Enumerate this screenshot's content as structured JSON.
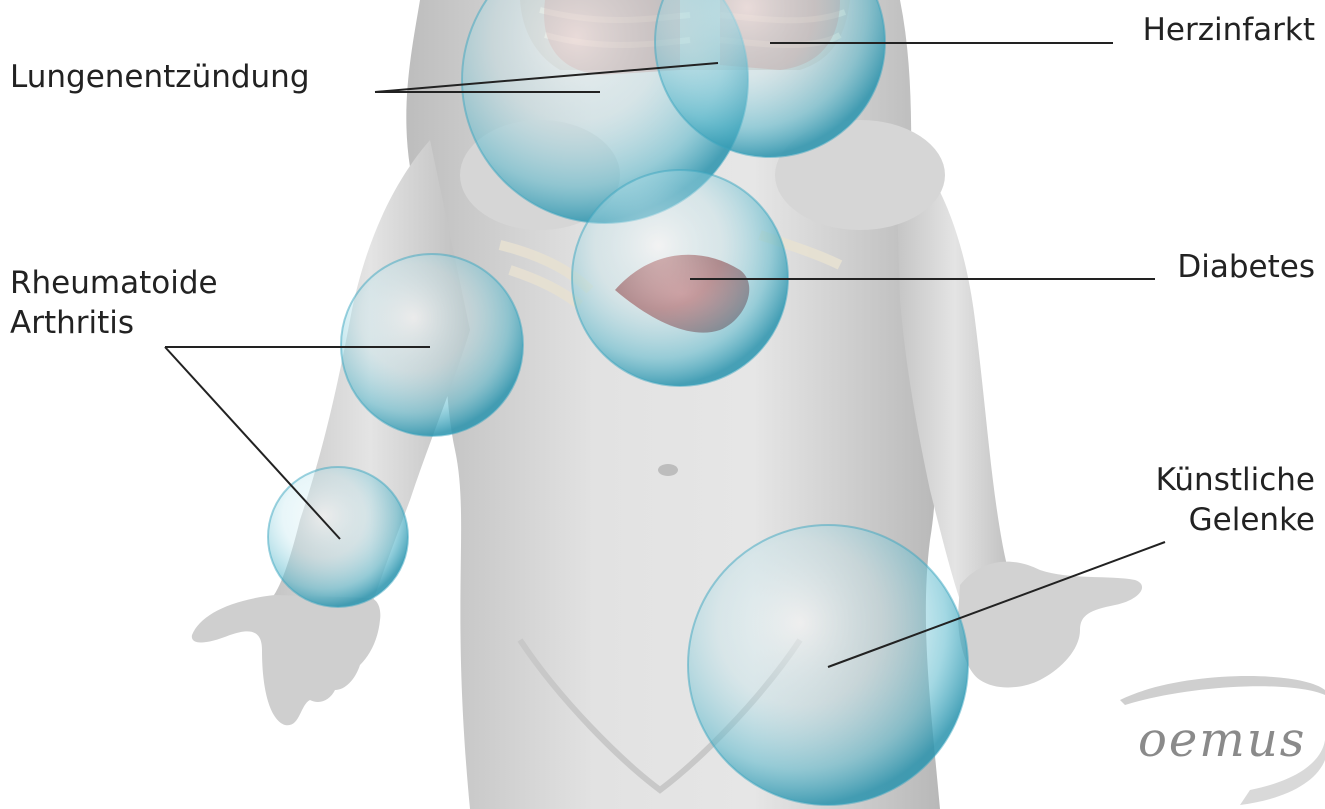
{
  "labels": {
    "herzinfarkt": "Herzinfarkt",
    "lungenentzuendung": "Lungenentzündung",
    "diabetes": "Diabetes",
    "rheumatoide_line1": "Rheumatoide",
    "rheumatoide_line2": "Arthritis",
    "kuenstliche_line1": "Künstliche",
    "kuenstliche_line2": "Gelenke"
  },
  "logo": {
    "text": "oemus"
  },
  "colors": {
    "background": "#ffffff",
    "body_skin": "#d9d9d9",
    "bubble_accent": "#4fb3c8",
    "leader_line": "#222222",
    "organ_red": "#b54a4a",
    "logo_gray": "#8a8a8a"
  }
}
